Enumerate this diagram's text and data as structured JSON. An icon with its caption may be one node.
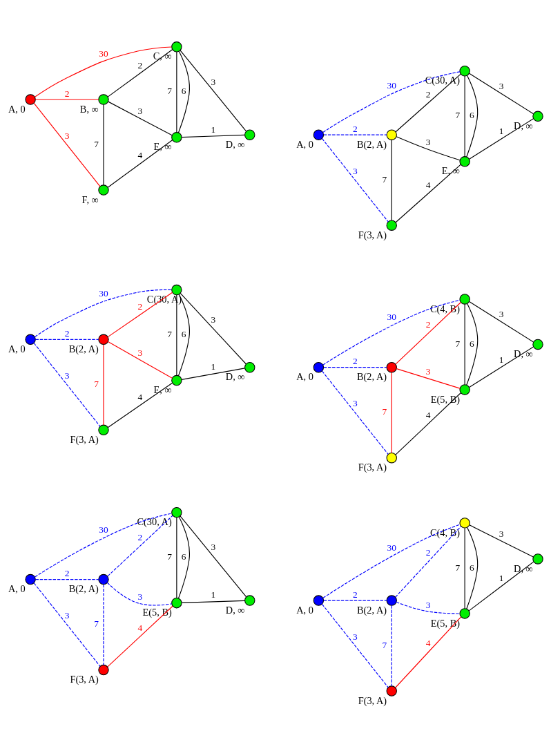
{
  "diagram": {
    "nodes": [
      {
        "text": [],
        "shape": "circle",
        "beside": [
          "A, 0"
        ]
      },
      {
        "text": [],
        "shape": "circle",
        "beside": [
          "B, ∞"
        ]
      },
      {
        "text": [],
        "shape": "circle",
        "beside": [
          "C, ∞"
        ]
      },
      {
        "text": [],
        "shape": "circle",
        "beside": [
          "D, ∞"
        ]
      },
      {
        "text": [],
        "shape": "circle",
        "beside": [
          "E, ∞"
        ]
      },
      {
        "text": [],
        "shape": "circle",
        "beside": [
          "F, ∞"
        ]
      },
      {
        "text": [],
        "shape": "circle",
        "beside": [
          "A, 0"
        ]
      },
      {
        "text": [],
        "shape": "circle",
        "beside": [
          "B(2, A)"
        ]
      },
      {
        "text": [],
        "shape": "circle",
        "beside": [
          "C(30, A)"
        ]
      },
      {
        "text": [],
        "shape": "circle",
        "beside": [
          "D, ∞"
        ]
      },
      {
        "text": [],
        "shape": "circle",
        "beside": [
          "E, ∞"
        ]
      },
      {
        "text": [],
        "shape": "circle",
        "beside": [
          "F(3, A)"
        ]
      },
      {
        "text": [],
        "shape": "circle",
        "beside": [
          "A, 0"
        ]
      },
      {
        "text": [],
        "shape": "circle",
        "beside": [
          "B(2, A)"
        ]
      },
      {
        "text": [],
        "shape": "circle",
        "beside": [
          "C(30, A)"
        ]
      },
      {
        "text": [],
        "shape": "circle",
        "beside": [
          "D, ∞"
        ]
      },
      {
        "text": [],
        "shape": "circle",
        "beside": [
          "E, ∞"
        ]
      },
      {
        "text": [],
        "shape": "circle",
        "beside": [
          "F(3, A)"
        ]
      },
      {
        "text": [],
        "shape": "circle",
        "beside": [
          "A, 0"
        ]
      },
      {
        "text": [],
        "shape": "circle",
        "beside": [
          "B(2, A)"
        ]
      },
      {
        "text": [],
        "shape": "circle",
        "beside": [
          "C(4, B)"
        ]
      },
      {
        "text": [],
        "shape": "circle",
        "beside": [
          "D, ∞"
        ]
      },
      {
        "text": [],
        "shape": "circle",
        "beside": [
          "E(5, B)"
        ]
      },
      {
        "text": [],
        "shape": "circle",
        "beside": [
          "F(3, A)"
        ]
      },
      {
        "text": [],
        "shape": "circle",
        "beside": [
          "A, 0"
        ]
      },
      {
        "text": [],
        "shape": "circle",
        "beside": [
          "B(2, A)"
        ]
      },
      {
        "text": [],
        "shape": "circle",
        "beside": [
          "C(30, A)"
        ]
      },
      {
        "text": [],
        "shape": "circle",
        "beside": [
          "D, ∞"
        ]
      },
      {
        "text": [],
        "shape": "circle",
        "beside": [
          "E(5, B)"
        ]
      },
      {
        "text": [],
        "shape": "circle",
        "beside": [
          "F(3, A)"
        ]
      },
      {
        "text": [],
        "shape": "circle",
        "beside": [
          "A, 0"
        ]
      },
      {
        "text": [],
        "shape": "circle",
        "beside": [
          "B(2, A)"
        ]
      },
      {
        "text": [],
        "shape": "circle",
        "beside": [
          "C(4, B)"
        ]
      },
      {
        "text": [],
        "shape": "circle",
        "beside": [
          "D, ∞"
        ]
      },
      {
        "text": [],
        "shape": "circle",
        "beside": [
          "E(5, B)"
        ]
      },
      {
        "text": [],
        "shape": "circle",
        "beside": [
          "F(3, A)"
        ]
      }
    ],
    "edges": [
      {
        "from": 0,
        "to": 2,
        "arrow": "none",
        "label": "30",
        "color": "#ff0000"
      },
      {
        "from": 0,
        "to": 1,
        "arrow": "none",
        "label": "2",
        "color": "#ff0000"
      },
      {
        "from": 0,
        "to": 5,
        "arrow": "none",
        "label": "3",
        "color": "#ff0000"
      },
      {
        "from": 1,
        "to": 2,
        "arrow": "none",
        "label": "2"
      },
      {
        "from": 1,
        "to": 5,
        "arrow": "none",
        "label": "7"
      },
      {
        "from": 1,
        "to": 4,
        "arrow": "none",
        "label": "3"
      },
      {
        "from": 2,
        "to": 4,
        "arrow": "none",
        "label": "7"
      },
      {
        "from": 2,
        "to": 4,
        "arrow": "none",
        "label": "6"
      },
      {
        "from": 2,
        "to": 3,
        "arrow": "none",
        "label": "3"
      },
      {
        "from": 4,
        "to": 3,
        "arrow": "none",
        "label": "1"
      },
      {
        "from": 5,
        "to": 4,
        "arrow": "none",
        "label": "4"
      },
      {
        "from": 6,
        "to": 8,
        "arrow": "none",
        "label": "30",
        "style": "dashed",
        "color": "#0000ff"
      },
      {
        "from": 6,
        "to": 7,
        "arrow": "none",
        "label": "2",
        "style": "dashed",
        "color": "#0000ff"
      },
      {
        "from": 6,
        "to": 11,
        "arrow": "none",
        "label": "3",
        "style": "dashed",
        "color": "#0000ff"
      },
      {
        "from": 7,
        "to": 8,
        "arrow": "none",
        "label": "2"
      },
      {
        "from": 7,
        "to": 11,
        "arrow": "none",
        "label": "7"
      },
      {
        "from": 7,
        "to": 10,
        "arrow": "none",
        "label": "3"
      },
      {
        "from": 8,
        "to": 10,
        "arrow": "none",
        "label": "7"
      },
      {
        "from": 8,
        "to": 10,
        "arrow": "none",
        "label": "6"
      },
      {
        "from": 8,
        "to": 9,
        "arrow": "none",
        "label": "3"
      },
      {
        "from": 10,
        "to": 9,
        "arrow": "none",
        "label": "1"
      },
      {
        "from": 11,
        "to": 10,
        "arrow": "none",
        "label": "4"
      },
      {
        "from": 12,
        "to": 14,
        "arrow": "none",
        "label": "30",
        "style": "dashed",
        "color": "#0000ff"
      },
      {
        "from": 12,
        "to": 13,
        "arrow": "none",
        "label": "2",
        "style": "dashed",
        "color": "#0000ff"
      },
      {
        "from": 12,
        "to": 17,
        "arrow": "none",
        "label": "3",
        "style": "dashed",
        "color": "#0000ff"
      },
      {
        "from": 13,
        "to": 14,
        "arrow": "none",
        "label": "2",
        "color": "#ff0000"
      },
      {
        "from": 13,
        "to": 17,
        "arrow": "none",
        "label": "7",
        "color": "#ff0000"
      },
      {
        "from": 13,
        "to": 16,
        "arrow": "none",
        "label": "3",
        "color": "#ff0000"
      },
      {
        "from": 14,
        "to": 16,
        "arrow": "none",
        "label": "7"
      },
      {
        "from": 14,
        "to": 16,
        "arrow": "none",
        "label": "6"
      },
      {
        "from": 14,
        "to": 15,
        "arrow": "none",
        "label": "3"
      },
      {
        "from": 16,
        "to": 15,
        "arrow": "none",
        "label": "1"
      },
      {
        "from": 17,
        "to": 16,
        "arrow": "none",
        "label": "4"
      },
      {
        "from": 18,
        "to": 20,
        "arrow": "none",
        "label": "30",
        "style": "dashed",
        "color": "#0000ff"
      },
      {
        "from": 18,
        "to": 19,
        "arrow": "none",
        "label": "2",
        "style": "dashed",
        "color": "#0000ff"
      },
      {
        "from": 18,
        "to": 23,
        "arrow": "none",
        "label": "3",
        "style": "dashed",
        "color": "#0000ff"
      },
      {
        "from": 19,
        "to": 20,
        "arrow": "none",
        "label": "2",
        "color": "#ff0000"
      },
      {
        "from": 19,
        "to": 23,
        "arrow": "none",
        "label": "7",
        "color": "#ff0000"
      },
      {
        "from": 19,
        "to": 22,
        "arrow": "none",
        "label": "3",
        "color": "#ff0000"
      },
      {
        "from": 20,
        "to": 22,
        "arrow": "none",
        "label": "7"
      },
      {
        "from": 20,
        "to": 22,
        "arrow": "none",
        "label": "6"
      },
      {
        "from": 20,
        "to": 21,
        "arrow": "none",
        "label": "3"
      },
      {
        "from": 22,
        "to": 21,
        "arrow": "none",
        "label": "1"
      },
      {
        "from": 23,
        "to": 22,
        "arrow": "none",
        "label": "4"
      },
      {
        "from": 24,
        "to": 26,
        "arrow": "none",
        "label": "30",
        "style": "dashed",
        "color": "#0000ff"
      },
      {
        "from": 24,
        "to": 25,
        "arrow": "none",
        "label": "2",
        "style": "dashed",
        "color": "#0000ff"
      },
      {
        "from": 24,
        "to": 29,
        "arrow": "none",
        "label": "3",
        "style": "dashed",
        "color": "#0000ff"
      },
      {
        "from": 25,
        "to": 26,
        "arrow": "none",
        "label": "2",
        "style": "dashed",
        "color": "#0000ff"
      },
      {
        "from": 25,
        "to": 29,
        "arrow": "none",
        "label": "7",
        "style": "dashed",
        "color": "#0000ff"
      },
      {
        "from": 25,
        "to": 28,
        "arrow": "none",
        "label": "3",
        "style": "dashed",
        "color": "#0000ff"
      },
      {
        "from": 26,
        "to": 28,
        "arrow": "none",
        "label": "7"
      },
      {
        "from": 26,
        "to": 28,
        "arrow": "none",
        "label": "6"
      },
      {
        "from": 26,
        "to": 27,
        "arrow": "none",
        "label": "3"
      },
      {
        "from": 28,
        "to": 27,
        "arrow": "none",
        "label": "1"
      },
      {
        "from": 29,
        "to": 28,
        "arrow": "none",
        "label": "4",
        "color": "#ff0000"
      },
      {
        "from": 30,
        "to": 32,
        "arrow": "none",
        "label": "30",
        "style": "dashed",
        "color": "#0000ff"
      },
      {
        "from": 30,
        "to": 31,
        "arrow": "none",
        "label": "2",
        "style": "dashed",
        "color": "#0000ff"
      },
      {
        "from": 30,
        "to": 35,
        "arrow": "none",
        "label": "3",
        "style": "dashed",
        "color": "#0000ff"
      },
      {
        "from": 31,
        "to": 32,
        "arrow": "none",
        "label": "2",
        "style": "dashed",
        "color": "#0000ff"
      },
      {
        "from": 31,
        "to": 35,
        "arrow": "none",
        "label": "7",
        "style": "dashed",
        "color": "#0000ff"
      },
      {
        "from": 31,
        "to": 34,
        "arrow": "none",
        "label": "3",
        "style": "dashed",
        "color": "#0000ff"
      },
      {
        "from": 32,
        "to": 34,
        "arrow": "none",
        "label": "7"
      },
      {
        "from": 32,
        "to": 34,
        "arrow": "none",
        "label": "6"
      },
      {
        "from": 32,
        "to": 33,
        "arrow": "none",
        "label": "3"
      },
      {
        "from": 34,
        "to": 33,
        "arrow": "none",
        "label": "1"
      },
      {
        "from": 35,
        "to": 34,
        "arrow": "none",
        "label": "4",
        "color": "#ff0000"
      }
    ]
  }
}
